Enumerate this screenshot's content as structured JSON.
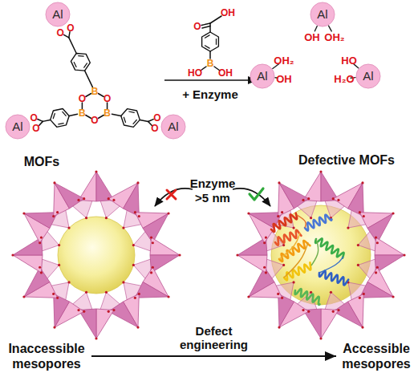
{
  "diagram": {
    "nodes": [
      {
        "text": [
          "Al"
        ]
      },
      {
        "text": [
          "Al"
        ]
      },
      {
        "text": [
          "Al"
        ]
      },
      {
        "text": [
          "Al"
        ]
      },
      {
        "text": [
          "Al"
        ]
      },
      {
        "text": [
          "Al"
        ]
      },
      {
        "text": [
          "Inaccessible mesopores"
        ]
      },
      {
        "text": [
          "Accessible mesopores"
        ]
      }
    ],
    "edges": [
      {
        "from": 6,
        "to": 7,
        "arrow": "to",
        "label": "Defect engineering"
      }
    ],
    "labels": [
      "MOFs",
      "B",
      "O",
      "B",
      "O",
      "B",
      "O",
      "O",
      "O",
      "O",
      "O",
      "O",
      "O",
      "O",
      "OH",
      "B",
      "HO",
      "OH",
      "+ Enzyme",
      "OH",
      "OH₂",
      "OH₂",
      "OH",
      "HO",
      "H₂O",
      "Defective MOFs",
      "Enzyme",
      ">5 nm"
    ]
  }
}
